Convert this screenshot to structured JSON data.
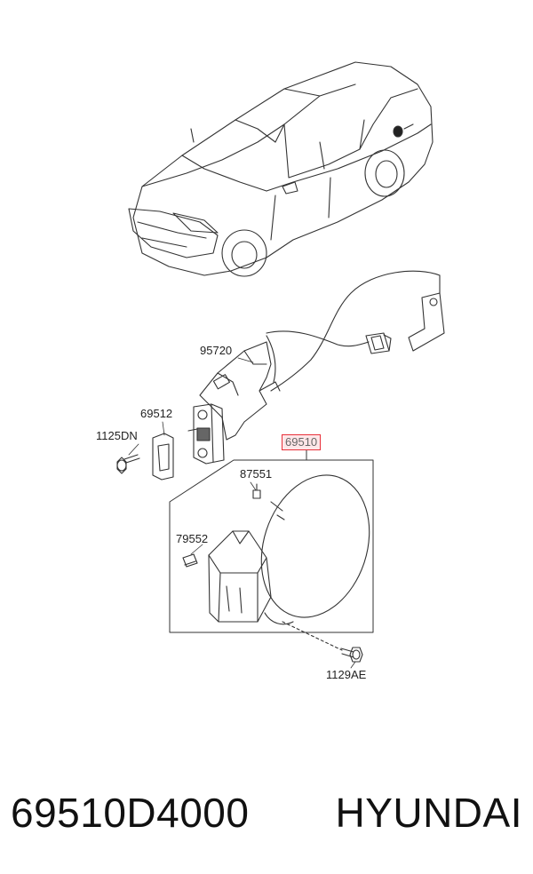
{
  "highlight_color": "#e8303a",
  "callouts": {
    "p95720": "95720",
    "p69512": "69512",
    "p1125DN": "1125DN",
    "p69510": "69510",
    "p87551": "87551",
    "p79552": "79552",
    "p1129AE": "1129AE"
  },
  "caption": {
    "part_number": "69510D4000",
    "brand": "HYUNDAI"
  }
}
